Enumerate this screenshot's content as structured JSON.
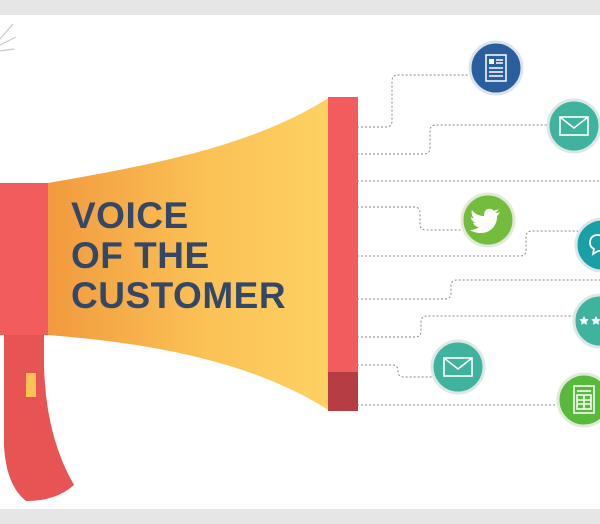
{
  "headline": {
    "line1": "VOICE",
    "line2": "OF THE",
    "line3": "CUSTOMER"
  },
  "colors": {
    "page_background": "#e6e6e6",
    "canvas": "#ffffff",
    "megaphone_red": "#f25c5c",
    "megaphone_dark_red": "#d64545",
    "megaphone_cone_light": "#fdd163",
    "megaphone_cone_dark": "#f19a3e",
    "text_navy": "#344767",
    "icon_navy": "#2a5e9c",
    "icon_teal": "#3fb39e",
    "icon_green": "#72bd3c",
    "icon_cyan": "#1a9fa6",
    "icon_lime": "#58b93c",
    "connector_gray": "#888888"
  },
  "icons": [
    {
      "name": "document-icon",
      "color": "#2a5e9c"
    },
    {
      "name": "envelope-icon",
      "color": "#3fb39e"
    },
    {
      "name": "twitter-bird-icon",
      "color": "#72bd3c"
    },
    {
      "name": "chat-bubble-icon",
      "color": "#1a9fa6"
    },
    {
      "name": "star-rating-icon",
      "color": "#3fb39e"
    },
    {
      "name": "envelope-icon",
      "color": "#3fb39e"
    },
    {
      "name": "form-sheet-icon",
      "color": "#58b93c"
    }
  ]
}
